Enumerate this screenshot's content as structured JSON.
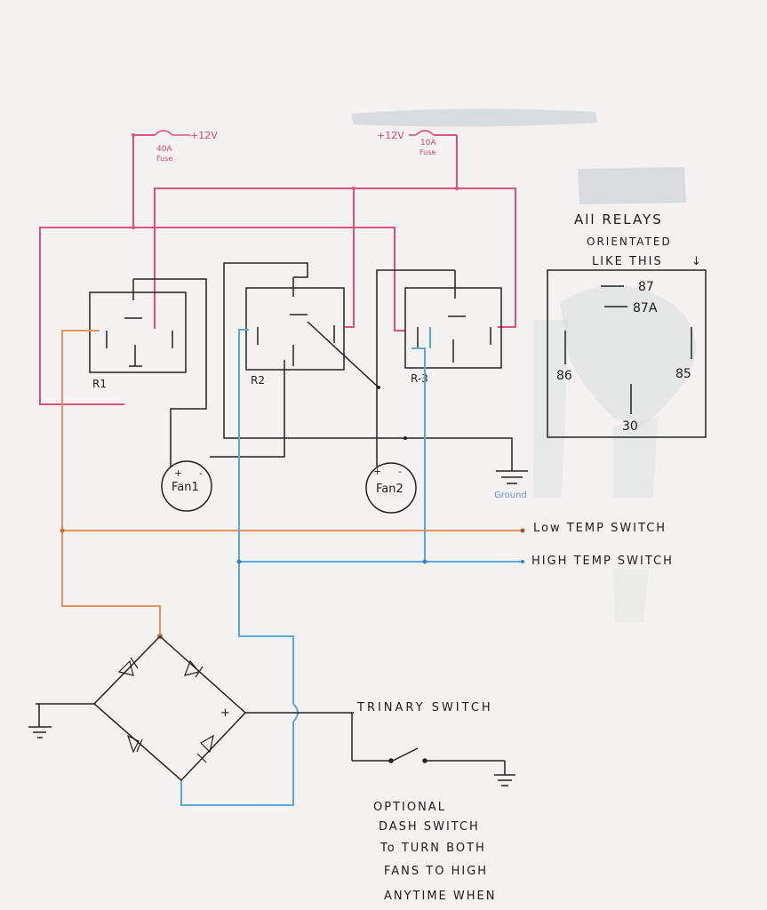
{
  "power": {
    "fuse1_label": "40A",
    "fuse1_sub": "Fuse",
    "fuse1_supply": "+12V",
    "fuse2_label": "10A",
    "fuse2_sub": "Fuse",
    "fuse2_supply": "+12V"
  },
  "relays": {
    "r1": "R1",
    "r2": "R2",
    "r3": "R-3"
  },
  "fans": {
    "fan1": "Fan1",
    "fan2": "Fan2",
    "plus": "+",
    "minus": "-"
  },
  "ground_label": "Ground",
  "legend": {
    "title_line1": "All RELAYS",
    "title_line2": "ORIENTATED",
    "title_line3": "LIKE THIS",
    "arrow": "↓",
    "pin_87": "87",
    "pin_87a": "87A",
    "pin_86": "86",
    "pin_85": "85",
    "pin_30": "30"
  },
  "switches": {
    "low_temp": "Low TEMP SWITCH",
    "high_temp": "HIGH TEMP SWITCH",
    "trinary": "TRINARY SWITCH"
  },
  "bridge_plus": "+",
  "note": {
    "line1": "OPTIONAL",
    "line2": "DASH SWITCH",
    "line3": "To TURN BOTH",
    "line4": "FANS TO HIGH",
    "line5": "ANYTIME WHEN"
  },
  "colors": {
    "pink_wire": "#e0507a",
    "orange_wire": "#e8915a",
    "blue_wire": "#5aa8dc",
    "black_wire": "#222222",
    "whiteout": "#d6dadd"
  }
}
